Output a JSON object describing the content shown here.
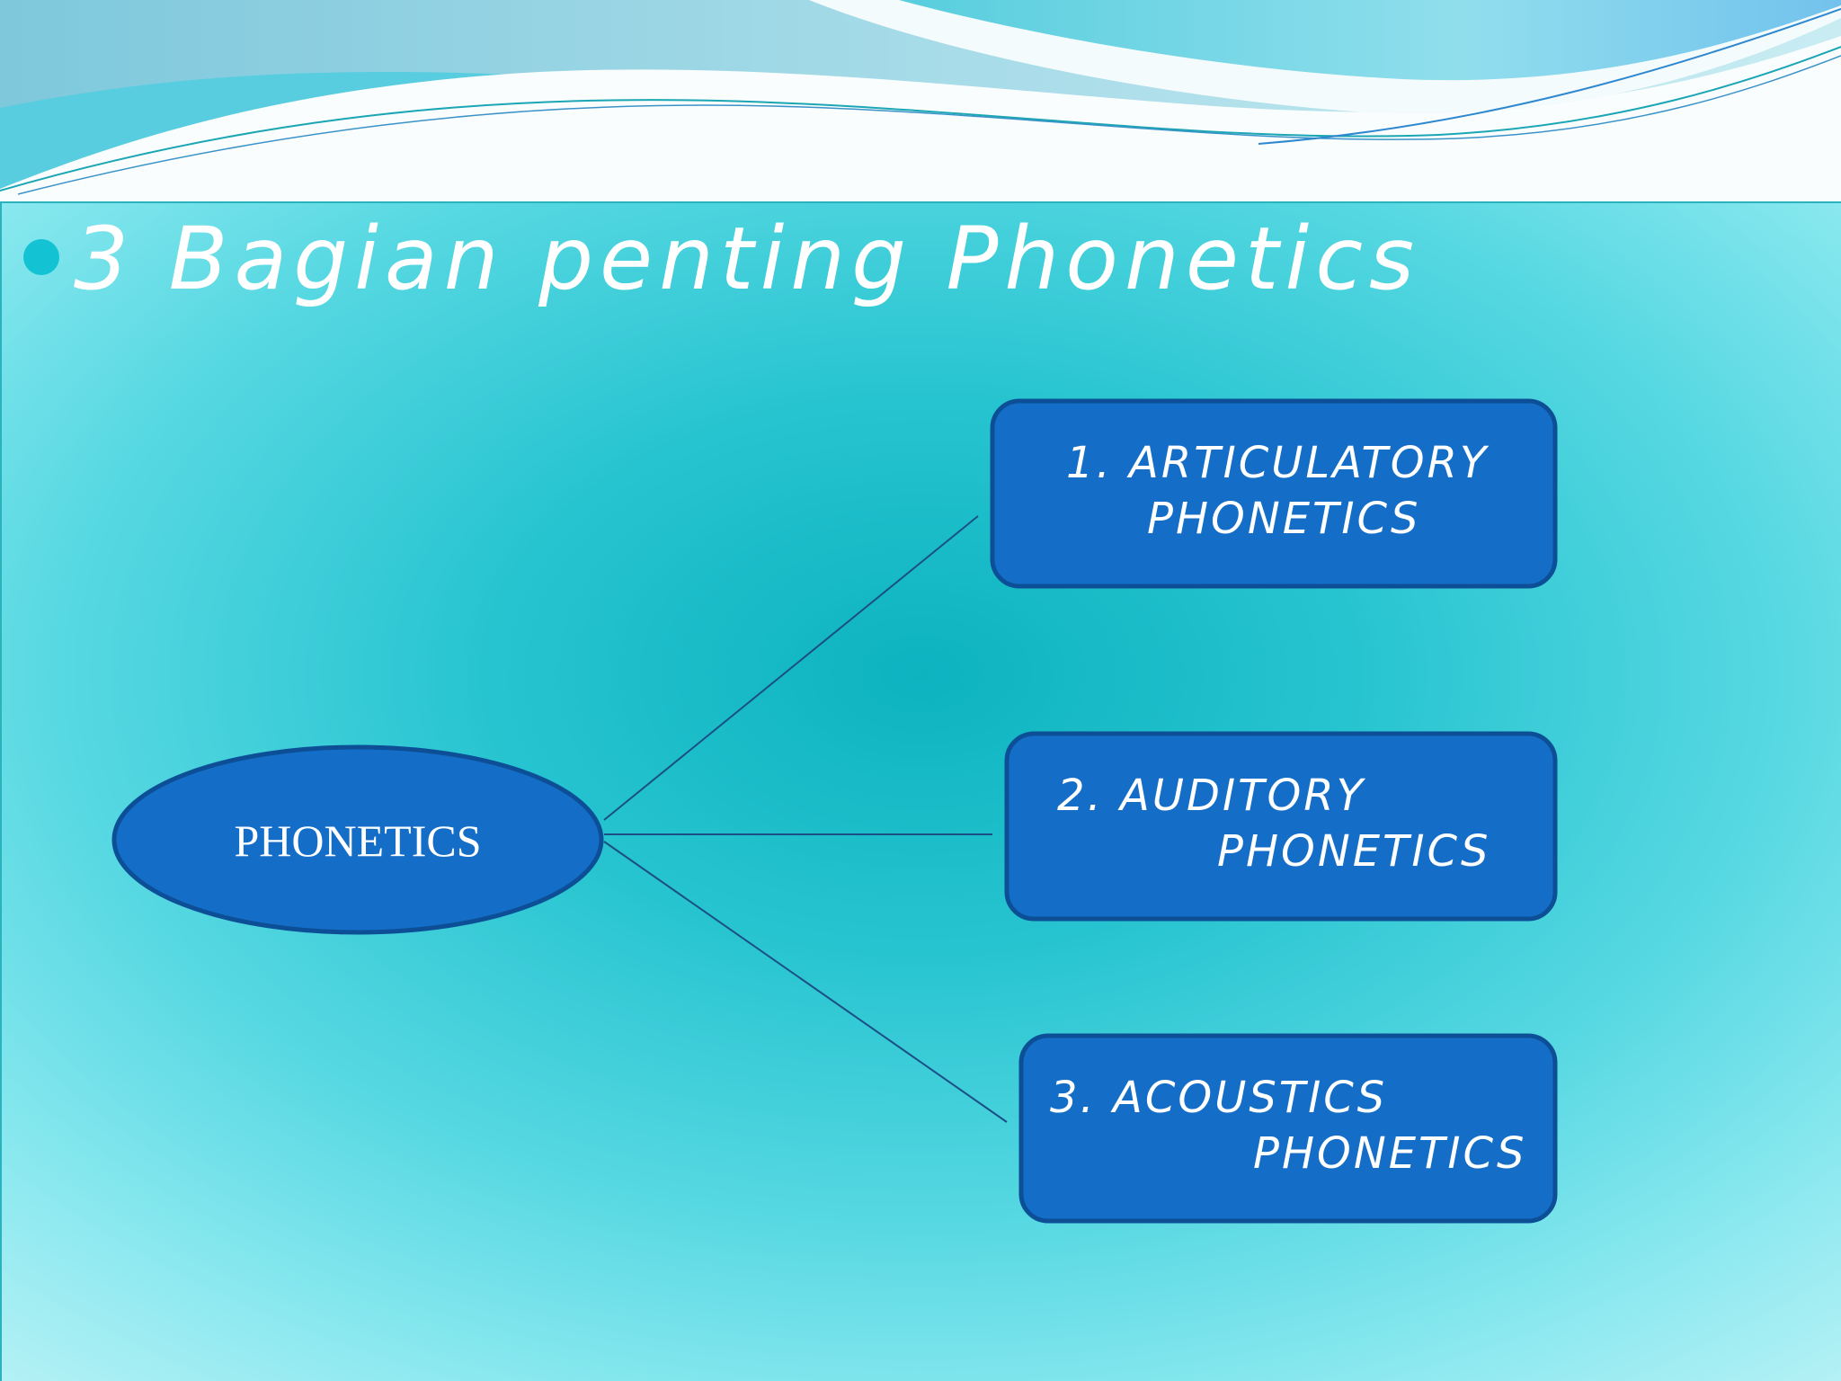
{
  "slide": {
    "title": "3 Bagian penting Phonetics"
  },
  "diagram": {
    "center": {
      "label": "PHONETICS"
    },
    "branches": [
      {
        "line1": "1. ARTICULATORY",
        "line2": "PHONETICS"
      },
      {
        "line1": "2. AUDITORY",
        "line2": "PHONETICS"
      },
      {
        "line1": "3. ACOUSTICS",
        "line2": "PHONETICS"
      }
    ]
  },
  "colors": {
    "box_fill": "#146ec8",
    "box_border": "#0d4f96",
    "connector": "#1b4f86",
    "title_text": "#ffffff",
    "bullet": "#13c3d3"
  }
}
